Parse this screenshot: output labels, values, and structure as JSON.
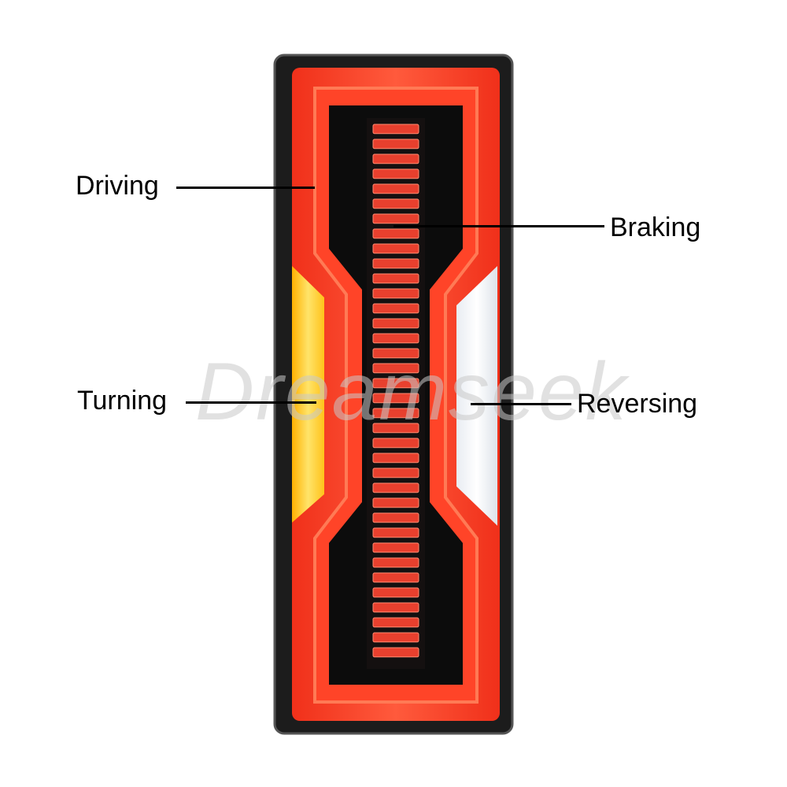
{
  "callouts": {
    "driving": "Driving",
    "braking": "Braking",
    "turning": "Turning",
    "reversing": "Reversing"
  },
  "watermark": {
    "brand": "Dreamseek"
  },
  "colors": {
    "driving_ring": "#ff3a1e",
    "brake_segment": "#e8402e",
    "turn_signal": "#ffd52a",
    "reverse_light": "#ffffff",
    "housing": "#1a1a1a",
    "inner_panel": "#0c0c0c"
  },
  "brake_bar": {
    "segment_count": 36
  }
}
